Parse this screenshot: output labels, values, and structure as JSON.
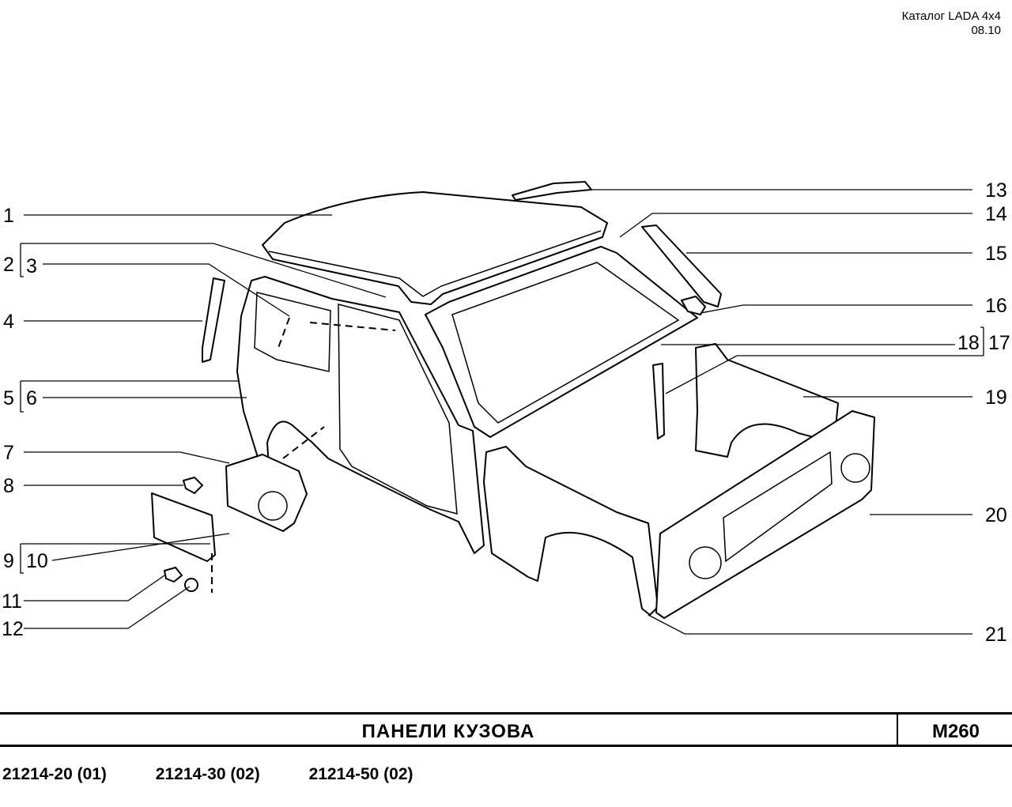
{
  "catalog": {
    "name": "Каталог  LADA  4x4",
    "date": "08.10"
  },
  "callouts": [
    "1",
    "2",
    "3",
    "4",
    "5",
    "6",
    "7",
    "8",
    "9",
    "10",
    "11",
    "12",
    "13",
    "14",
    "15",
    "16",
    "17",
    "18",
    "19",
    "20",
    "21"
  ],
  "title": "ПАНЕЛИ   КУЗОВА",
  "code": "М260",
  "models": [
    "21214-20 (01)",
    "21214-30 (02)",
    "21214-50 (02)"
  ]
}
